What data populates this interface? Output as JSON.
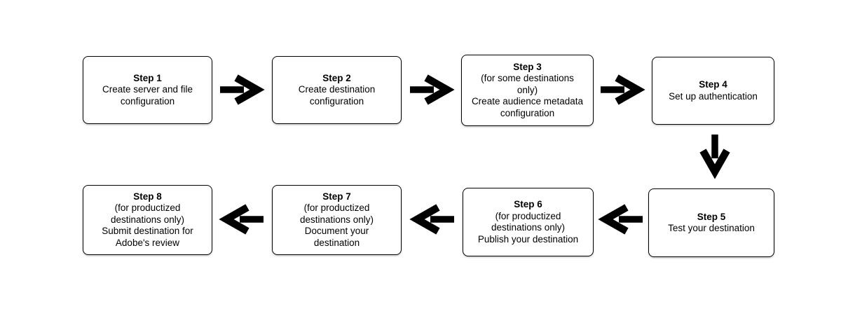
{
  "canvas": {
    "background": "#ffffff",
    "ink": "#000000"
  },
  "steps": [
    {
      "id": "step-1",
      "title": "Step 1",
      "body": "Create server and file\nconfiguration"
    },
    {
      "id": "step-2",
      "title": "Step 2",
      "body": "Create destination\nconfiguration"
    },
    {
      "id": "step-3",
      "title": "Step 3",
      "body": "(for some destinations\nonly)\nCreate audience metadata\nconfiguration"
    },
    {
      "id": "step-4",
      "title": "Step 4",
      "body": "Set up authentication"
    },
    {
      "id": "step-5",
      "title": "Step 5",
      "body": "Test your destination"
    },
    {
      "id": "step-6",
      "title": "Step 6",
      "body": "(for productized\ndestinations only)\nPublish your destination"
    },
    {
      "id": "step-7",
      "title": "Step 7",
      "body": "(for productized\ndestinations only)\nDocument your\ndestination"
    },
    {
      "id": "step-8",
      "title": "Step 8",
      "body": "(for productized\ndestinations only)\nSubmit destination for\nAdobe's review"
    }
  ],
  "arrows": [
    {
      "name": "arrow-right-icon",
      "from": "step-1",
      "to": "step-2",
      "direction": "right"
    },
    {
      "name": "arrow-right-icon",
      "from": "step-2",
      "to": "step-3",
      "direction": "right"
    },
    {
      "name": "arrow-right-icon",
      "from": "step-3",
      "to": "step-4",
      "direction": "right"
    },
    {
      "name": "arrow-down-icon",
      "from": "step-4",
      "to": "step-5",
      "direction": "down"
    },
    {
      "name": "arrow-left-icon",
      "from": "step-5",
      "to": "step-6",
      "direction": "left"
    },
    {
      "name": "arrow-left-icon",
      "from": "step-6",
      "to": "step-7",
      "direction": "left"
    },
    {
      "name": "arrow-left-icon",
      "from": "step-7",
      "to": "step-8",
      "direction": "left"
    }
  ]
}
